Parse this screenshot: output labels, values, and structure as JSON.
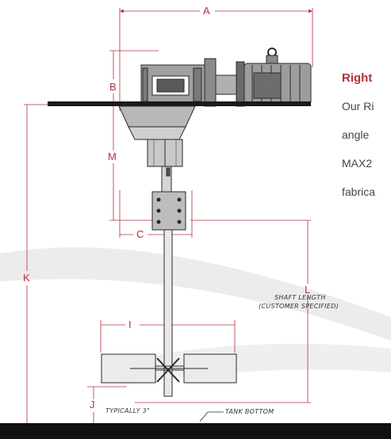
{
  "colors": {
    "accent": "#b5303a",
    "line": "#2a2a2a",
    "motor_gray": "#9a9a9a",
    "swoosh_gray": "#e6e6e6",
    "floor": "#111111"
  },
  "dimension_labels": {
    "a": "A",
    "b": "B",
    "m": "M",
    "c": "C",
    "k": "K",
    "l": "L",
    "i": "I",
    "j": "J"
  },
  "annotations": {
    "shaft_length_line1": "SHAFT LENGTH",
    "shaft_length_line2": "(CUSTOMER SPECIFIED)",
    "typically": "TYPICALLY 3\"",
    "tank_bottom": "TANK BOTTOM"
  },
  "side_text": {
    "heading": "Right",
    "lines": [
      "Our Ri",
      "angle",
      "MAX2",
      "fabrica"
    ]
  }
}
